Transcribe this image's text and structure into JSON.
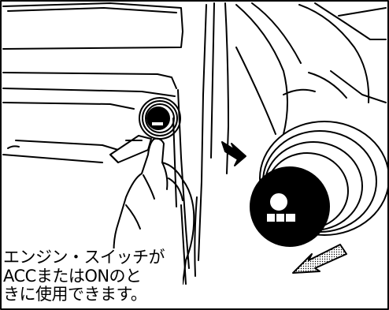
{
  "caption": {
    "line1": "エンジン・スイッチが",
    "line2": "ACCまたはONのと",
    "line3": "きに使用できます。"
  },
  "colors": {
    "ink": "#000000",
    "paper": "#ffffff",
    "dot_fill": "#bdbdbd"
  }
}
